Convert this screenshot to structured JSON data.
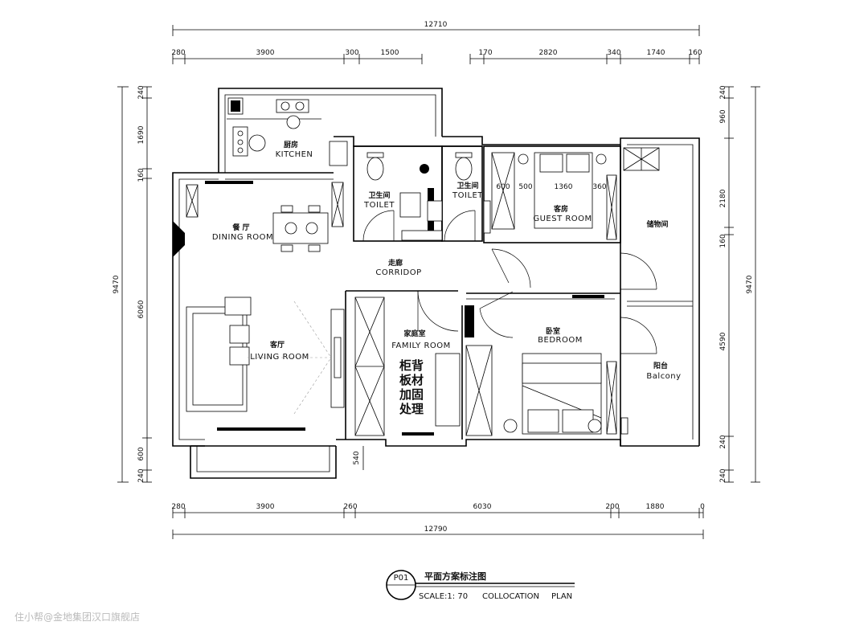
{
  "dimensions": {
    "top_total": "12710",
    "top_segments": [
      "280",
      "3900",
      "300",
      "1500",
      "170",
      "2820",
      "340",
      "1740",
      "160"
    ],
    "bottom_total": "12790",
    "bottom_segments": [
      "280",
      "3900",
      "260",
      "6030",
      "200",
      "1880",
      "0"
    ],
    "left_total": "9470",
    "left_segments": [
      "240",
      "1690",
      "160",
      "6060",
      "600",
      "240"
    ],
    "right_total": "9470",
    "right_segments": [
      "240",
      "960",
      "2180",
      "160",
      "4590",
      "240",
      "240"
    ],
    "balcony_offset": "540",
    "guest_room_segments": [
      "600",
      "500",
      "1360",
      "360"
    ]
  },
  "rooms": {
    "kitchen": {
      "cn": "厨房",
      "en": "KITCHEN"
    },
    "dining": {
      "cn": "餐 厅",
      "en": "DINING ROOM"
    },
    "toilet_1": {
      "cn": "卫生间",
      "en": "TOILET"
    },
    "toilet_2": {
      "cn": "卫生间",
      "en": "TOILET"
    },
    "guest": {
      "cn": "客房",
      "en": "GUEST ROOM"
    },
    "storage": {
      "cn": "储物间"
    },
    "corridor": {
      "cn": "走廊",
      "en": "CORRIDOP"
    },
    "living": {
      "cn": "客厅",
      "en": "LIVING ROOM"
    },
    "family": {
      "cn": "家庭室",
      "en": "FAMILY ROOM"
    },
    "bedroom": {
      "cn": "卧室",
      "en": "BEDROOM"
    },
    "balcony": {
      "cn": "阳台",
      "en": "Balcony"
    }
  },
  "annotation": {
    "lines": [
      "柜背",
      "板材",
      "加固",
      "处理"
    ]
  },
  "title_block": {
    "sheet_no": "P01",
    "title": "平面方案标注图",
    "scale": "SCALE:1: 70",
    "collocation": "COLLOCATION",
    "plan": "PLAN"
  },
  "watermark": "住小帮@金地集团汉口旗舰店"
}
